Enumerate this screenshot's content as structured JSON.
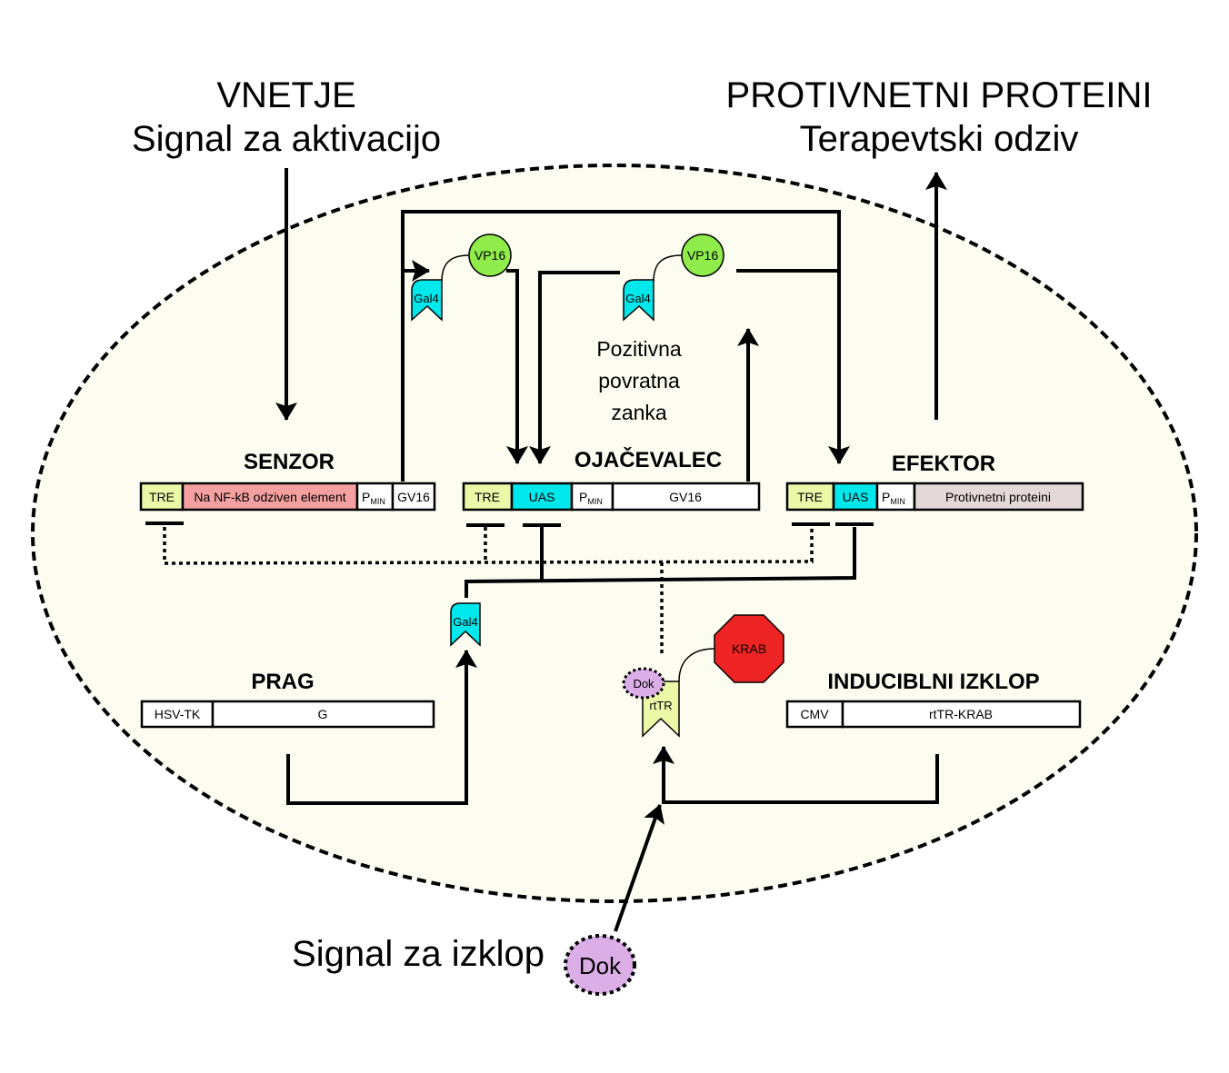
{
  "header": {
    "input_title": "VNETJE",
    "input_subtitle": "Signal za aktivacijo",
    "output_title": "PROTIVNETNI PROTEINI",
    "output_subtitle": "Terapevtski odziv"
  },
  "colors": {
    "cell_fill": "#fdfcf1",
    "tre": "#eaf8a8",
    "nfkb": "#f4a0a0",
    "uas": "#00e8ec",
    "white": "#ffffff",
    "protein": "#e4d8d8",
    "vp16": "#8fec4a",
    "gal4": "#00e8ec",
    "krab": "#ee2424",
    "dok": "#dcaee8",
    "rttr": "#eaf8a8"
  },
  "modules": {
    "senzor": {
      "title": "SENZOR",
      "segments": [
        "TRE",
        "Na NF-kB odziven element",
        "P",
        "GV16"
      ],
      "pmin_sub": "MIN"
    },
    "ojacevalec": {
      "title": "OJAČEVALEC",
      "segments": [
        "TRE",
        "UAS",
        "P",
        "GV16"
      ],
      "pmin_sub": "MIN"
    },
    "efektor": {
      "title": "EFEKTOR",
      "segments": [
        "TRE",
        "UAS",
        "P",
        "Protivnetni proteini"
      ],
      "pmin_sub": "MIN"
    },
    "prag": {
      "title": "PRAG",
      "segments": [
        "HSV-TK",
        "G"
      ]
    },
    "izklop": {
      "title": "INDUCIBLNI IZKLOP",
      "segments": [
        "CMV",
        "rtTR-KRAB"
      ]
    }
  },
  "proteins": {
    "vp16_1": "VP16",
    "vp16_2": "VP16",
    "gal4_1": "Gal4",
    "gal4_2": "Gal4",
    "gal4_3": "Gal4",
    "krab": "KRAB",
    "rttr": "rtTR",
    "dok_bound": "Dok",
    "dok_signal": "Dok"
  },
  "annotations": {
    "feedback_line1": "Pozitivna",
    "feedback_line2": "povratna",
    "feedback_line3": "zanka",
    "shutdown_signal": "Signal za izklop"
  }
}
